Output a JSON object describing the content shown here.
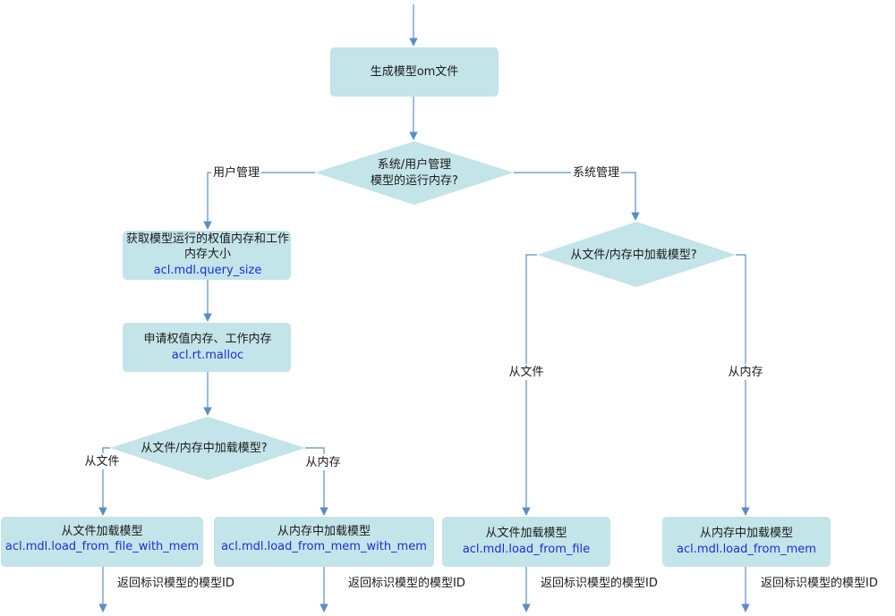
{
  "nodes": {
    "gen_om": {
      "text": "生成模型om文件"
    },
    "mem_decision": {
      "line1": "系统/用户管理",
      "line2": "模型的运行内存?"
    },
    "query_size": {
      "line1": "获取模型运行的权值内存和工作",
      "line2": "内存大小",
      "api": "acl.mdl.query_size"
    },
    "malloc": {
      "line1": "申请权值内存、工作内存",
      "api": "acl.rt.malloc"
    },
    "load_decision_left": {
      "text": "从文件/内存中加载模型?"
    },
    "load_decision_right": {
      "text": "从文件/内存中加载模型?"
    },
    "load_file_with_mem": {
      "text": "从文件加载模型",
      "api": "acl.mdl.load_from_file_with_mem"
    },
    "load_mem_with_mem": {
      "text": "从内存中加载模型",
      "api": "acl.mdl.load_from_mem_with_mem"
    },
    "load_file": {
      "text": "从文件加载模型",
      "api": "acl.mdl.load_from_file"
    },
    "load_mem": {
      "text": "从内存中加载模型",
      "api": "acl.mdl.load_from_mem"
    }
  },
  "edge_labels": {
    "user_managed": "用户管理",
    "system_managed": "系统管理",
    "from_file_left": "从文件",
    "from_mem_left": "从内存",
    "from_file_right": "从文件",
    "from_mem_right": "从内存",
    "return_id_1": "返回标识模型的模型ID",
    "return_id_2": "返回标识模型的模型ID",
    "return_id_3": "返回标识模型的模型ID",
    "return_id_4": "返回标识模型的模型ID"
  },
  "colors": {
    "node_fill": "#c3e4e9",
    "edge": "#5b8fc4",
    "api_text": "#1a2fd6"
  }
}
